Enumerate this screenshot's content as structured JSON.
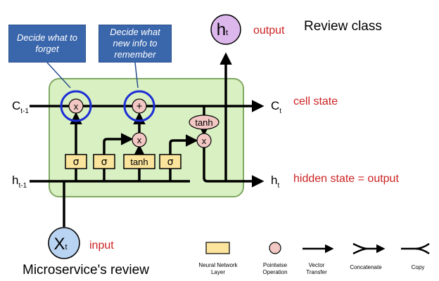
{
  "title": "Review class",
  "callouts": {
    "forget": [
      "Decide what to",
      "forget"
    ],
    "remember": [
      "Decide what",
      "new info to",
      "remember"
    ]
  },
  "labels": {
    "output": "output",
    "cell_state": "cell state",
    "hidden_state": "hidden state = output",
    "input": "input",
    "caption": "Microservice's review"
  },
  "symbols": {
    "c_prev": "C",
    "c_prev_sub": "t-1",
    "h_prev": "h",
    "h_prev_sub": "t-1",
    "c_out": "C",
    "c_out_sub": "t",
    "h_out": "h",
    "h_out_sub": "t",
    "h_top": "h",
    "h_top_sub": "t",
    "x_in": "X",
    "x_in_sub": "t"
  },
  "ops": {
    "multiply": "x",
    "add": "+"
  },
  "layers": {
    "sigma": "σ",
    "tanh": "tanh"
  },
  "legend": {
    "neural_network_layer": [
      "Neural Network",
      "Layer"
    ],
    "pointwise_operation": [
      "Pointwise",
      "Operation"
    ],
    "vector_transfer": [
      "Vector",
      "Transfer"
    ],
    "concatenate": "Concatenate",
    "copy": "Copy"
  },
  "colors": {
    "cell_fill": "#d9f0c3",
    "cell_border": "#7fa862",
    "layer_fill": "#fbe49c",
    "pointwise_fill": "#f3c8c4",
    "circle_blue": "#1d2fd6",
    "input_fill": "#b9d4f2",
    "output_fill": "#dcb7ec",
    "red_text": "#cc2222",
    "callout_fill": "#3a66ac"
  }
}
